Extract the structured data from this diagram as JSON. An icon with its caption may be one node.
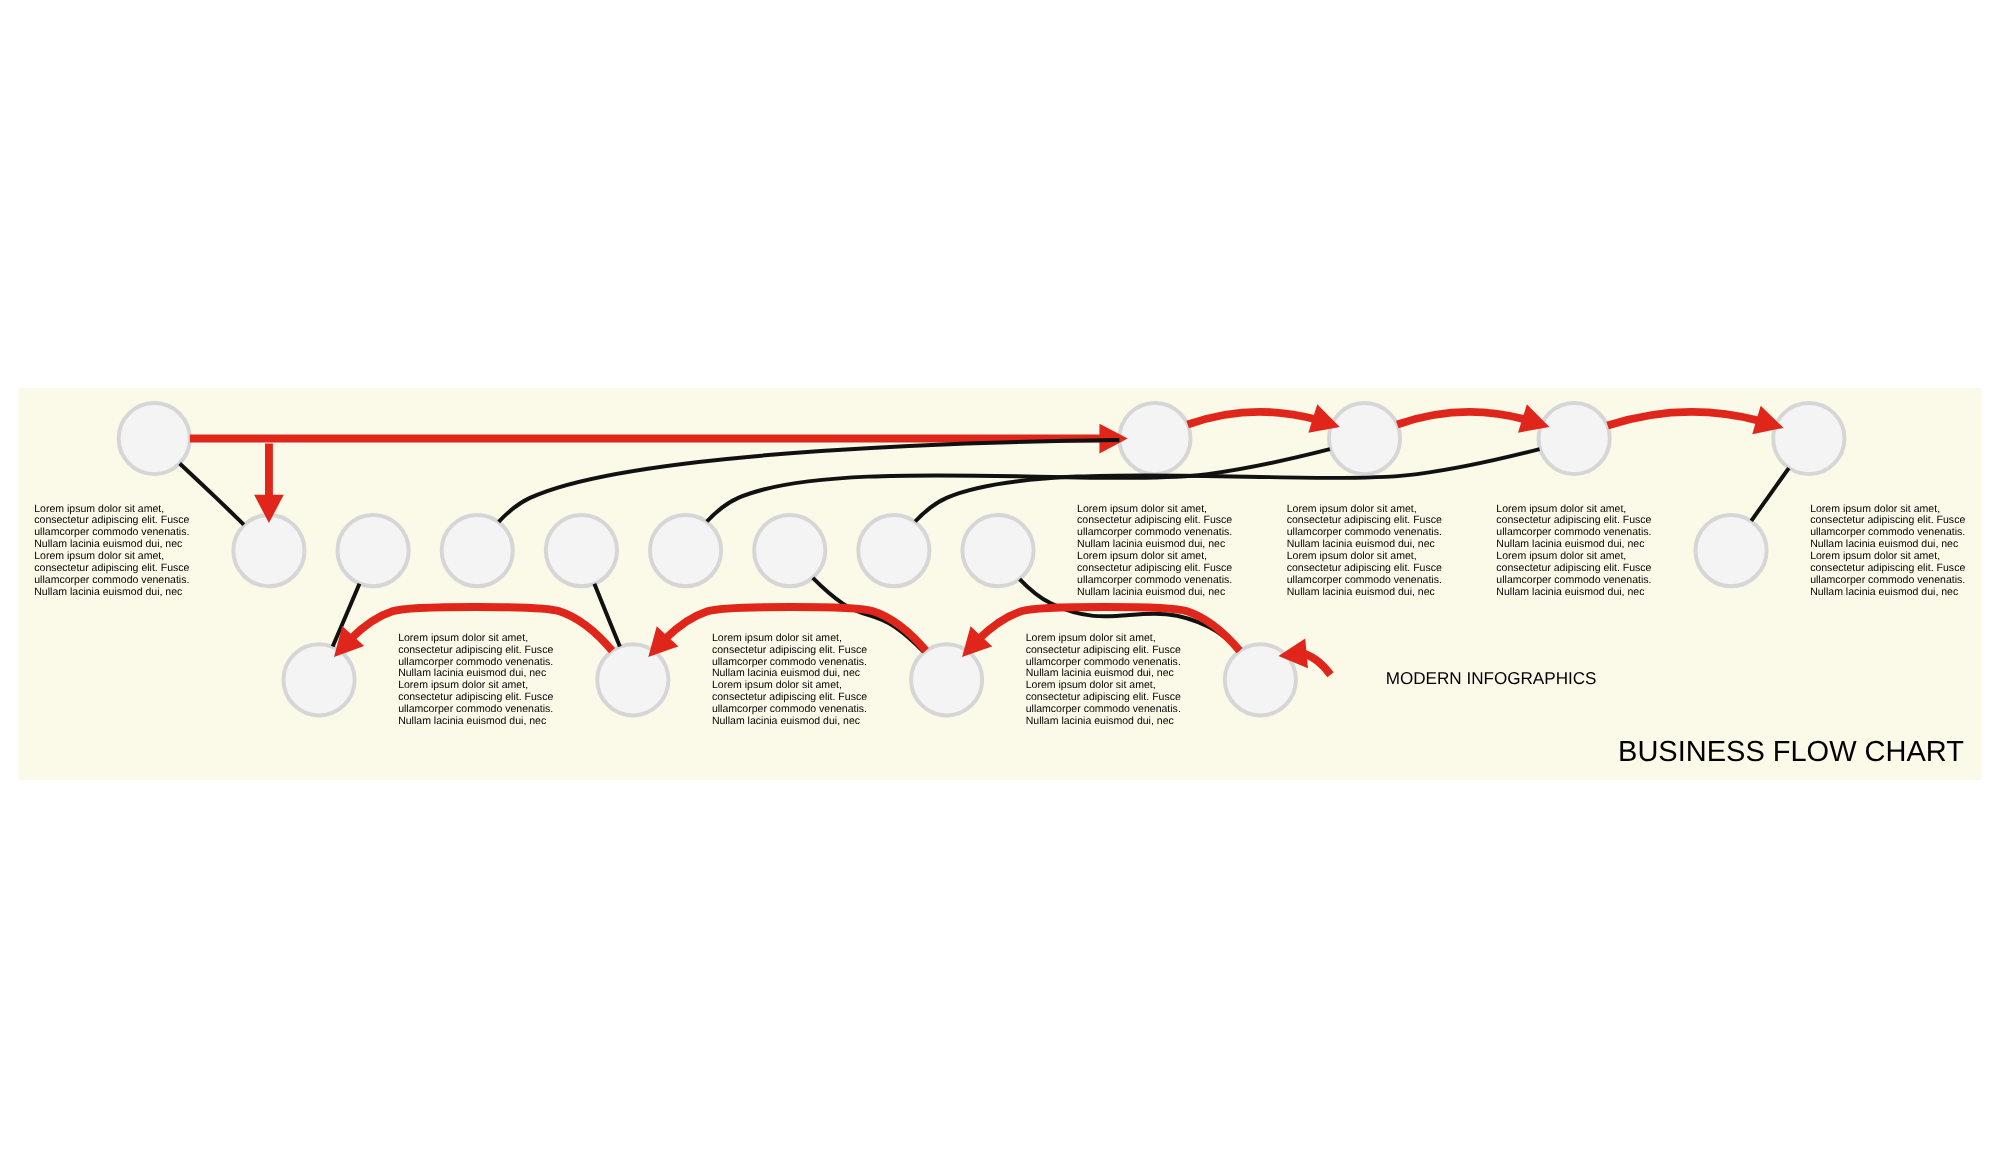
{
  "diagram": {
    "title": "BUSINESS FLOW CHART",
    "nodes": [
      {
        "text": [],
        "shape": "circle",
        "beside": [
          "Lorem ipsum dolor sit amet, consectetur adipiscing elit. Fusce ullamcorper commodo venenatis. Nullam lacinia euismod dui, nec",
          "Lorem ipsum dolor sit amet, consectetur adipiscing elit. Fusce ullamcorper commodo venenatis. Nullam lacinia euismod dui, nec"
        ]
      },
      {
        "text": [],
        "shape": "circle",
        "beside": [
          "Lorem ipsum dolor sit amet, consectetur adipiscing elit. Fusce ullamcorper commodo venenatis. Nullam lacinia euismod dui, nec",
          "Lorem ipsum dolor sit amet, consectetur adipiscing elit. Fusce ullamcorper commodo venenatis. Nullam lacinia euismod dui, nec"
        ]
      },
      {
        "text": [],
        "shape": "circle",
        "beside": [
          "Lorem ipsum dolor sit amet, consectetur adipiscing elit. Fusce ullamcorper commodo venenatis. Nullam lacinia euismod dui, nec",
          "Lorem ipsum dolor sit amet, consectetur adipiscing elit. Fusce ullamcorper commodo venenatis. Nullam lacinia euismod dui, nec"
        ]
      },
      {
        "text": [],
        "shape": "circle",
        "beside": [
          "Lorem ipsum dolor sit amet, consectetur adipiscing elit. Fusce ullamcorper commodo venenatis. Nullam lacinia euismod dui, nec",
          "Lorem ipsum dolor sit amet, consectetur adipiscing elit. Fusce ullamcorper commodo venenatis. Nullam lacinia euismod dui, nec"
        ]
      },
      {
        "text": [],
        "shape": "circle",
        "beside": [
          "Lorem ipsum dolor sit amet, consectetur adipiscing elit. Fusce ullamcorper commodo venenatis. Nullam lacinia euismod dui, nec",
          "Lorem ipsum dolor sit amet, consectetur adipiscing elit. Fusce ullamcorper commodo venenatis. Nullam lacinia euismod dui, nec"
        ]
      },
      {
        "text": [],
        "shape": "circle"
      },
      {
        "text": [],
        "shape": "circle"
      },
      {
        "text": [],
        "shape": "circle"
      },
      {
        "text": [],
        "shape": "circle",
        "beside": [
          "Lorem ipsum dolor sit amet, consectetur adipiscing elit. Fusce ullamcorper commodo venenatis. Nullam lacinia euismod dui, nec",
          "Lorem ipsum dolor sit amet, consectetur adipiscing elit. Fusce ullamcorper commodo venenatis. Nullam lacinia euismod dui, nec"
        ]
      },
      {
        "text": [],
        "shape": "circle"
      },
      {
        "text": [],
        "shape": "circle",
        "beside": [
          "Lorem ipsum dolor sit amet, consectetur adipiscing elit. Fusce ullamcorper commodo venenatis. Nullam lacinia euismod dui, nec",
          "Lorem ipsum dolor sit amet, consectetur adipiscing elit. Fusce ullamcorper commodo venenatis. Nullam lacinia euismod dui, nec"
        ]
      },
      {
        "text": [],
        "shape": "circle"
      },
      {
        "text": [],
        "shape": "circle",
        "beside": [
          "Lorem ipsum dolor sit amet, consectetur adipiscing elit. Fusce ullamcorper commodo venenatis. Nullam lacinia euismod dui, nec",
          "Lorem ipsum dolor sit amet, consectetur adipiscing elit. Fusce ullamcorper commodo venenatis. Nullam lacinia euismod dui, nec"
        ]
      },
      {
        "text": [],
        "shape": "circle"
      },
      {
        "text": [],
        "shape": "circle"
      },
      {
        "text": [],
        "shape": "circle"
      },
      {
        "text": [],
        "shape": "circle"
      },
      {
        "text": [],
        "shape": "circle"
      }
    ],
    "edges": [
      {
        "from": 0,
        "to": 1,
        "arrow": "to",
        "style": "thick",
        "color": "#e0261b"
      },
      {
        "from": 1,
        "to": 2,
        "arrow": "to",
        "style": "thick",
        "color": "#e0261b"
      },
      {
        "from": 2,
        "to": 3,
        "arrow": "to",
        "style": "thick",
        "color": "#e0261b"
      },
      {
        "from": 3,
        "to": 4,
        "arrow": "to",
        "style": "thick",
        "color": "#e0261b"
      },
      {
        "from": 0,
        "to": 5,
        "arrow": "none",
        "color": "#111111"
      },
      {
        "from": 1,
        "to": 7,
        "arrow": "none",
        "color": "#111111"
      },
      {
        "from": 2,
        "to": 9,
        "arrow": "none",
        "color": "#111111"
      },
      {
        "from": 3,
        "to": 11,
        "arrow": "none",
        "color": "#111111"
      },
      {
        "from": 4,
        "to": 13,
        "arrow": "none",
        "color": "#111111"
      },
      {
        "from": 6,
        "to": 14,
        "arrow": "none",
        "color": "#111111"
      },
      {
        "from": 8,
        "to": 15,
        "arrow": "none",
        "color": "#111111"
      },
      {
        "from": 10,
        "to": 16,
        "arrow": "none",
        "color": "#111111"
      },
      {
        "from": 12,
        "to": 17,
        "arrow": "none",
        "color": "#111111"
      },
      {
        "from": 17,
        "to": 16,
        "arrow": "to",
        "style": "thick",
        "color": "#e0261b"
      },
      {
        "from": 16,
        "to": 15,
        "arrow": "to",
        "style": "thick",
        "color": "#e0261b"
      },
      {
        "from": 15,
        "to": 14,
        "arrow": "to",
        "style": "thick",
        "color": "#e0261b"
      },
      {
        "from": null,
        "to": 5,
        "arrow": "to",
        "style": "thick",
        "color": "#e0261b"
      },
      {
        "from": null,
        "to": 17,
        "arrow": "to",
        "style": "thick",
        "color": "#e0261b"
      }
    ],
    "labels": [
      "MODERN INFOGRAPHICS"
    ]
  }
}
